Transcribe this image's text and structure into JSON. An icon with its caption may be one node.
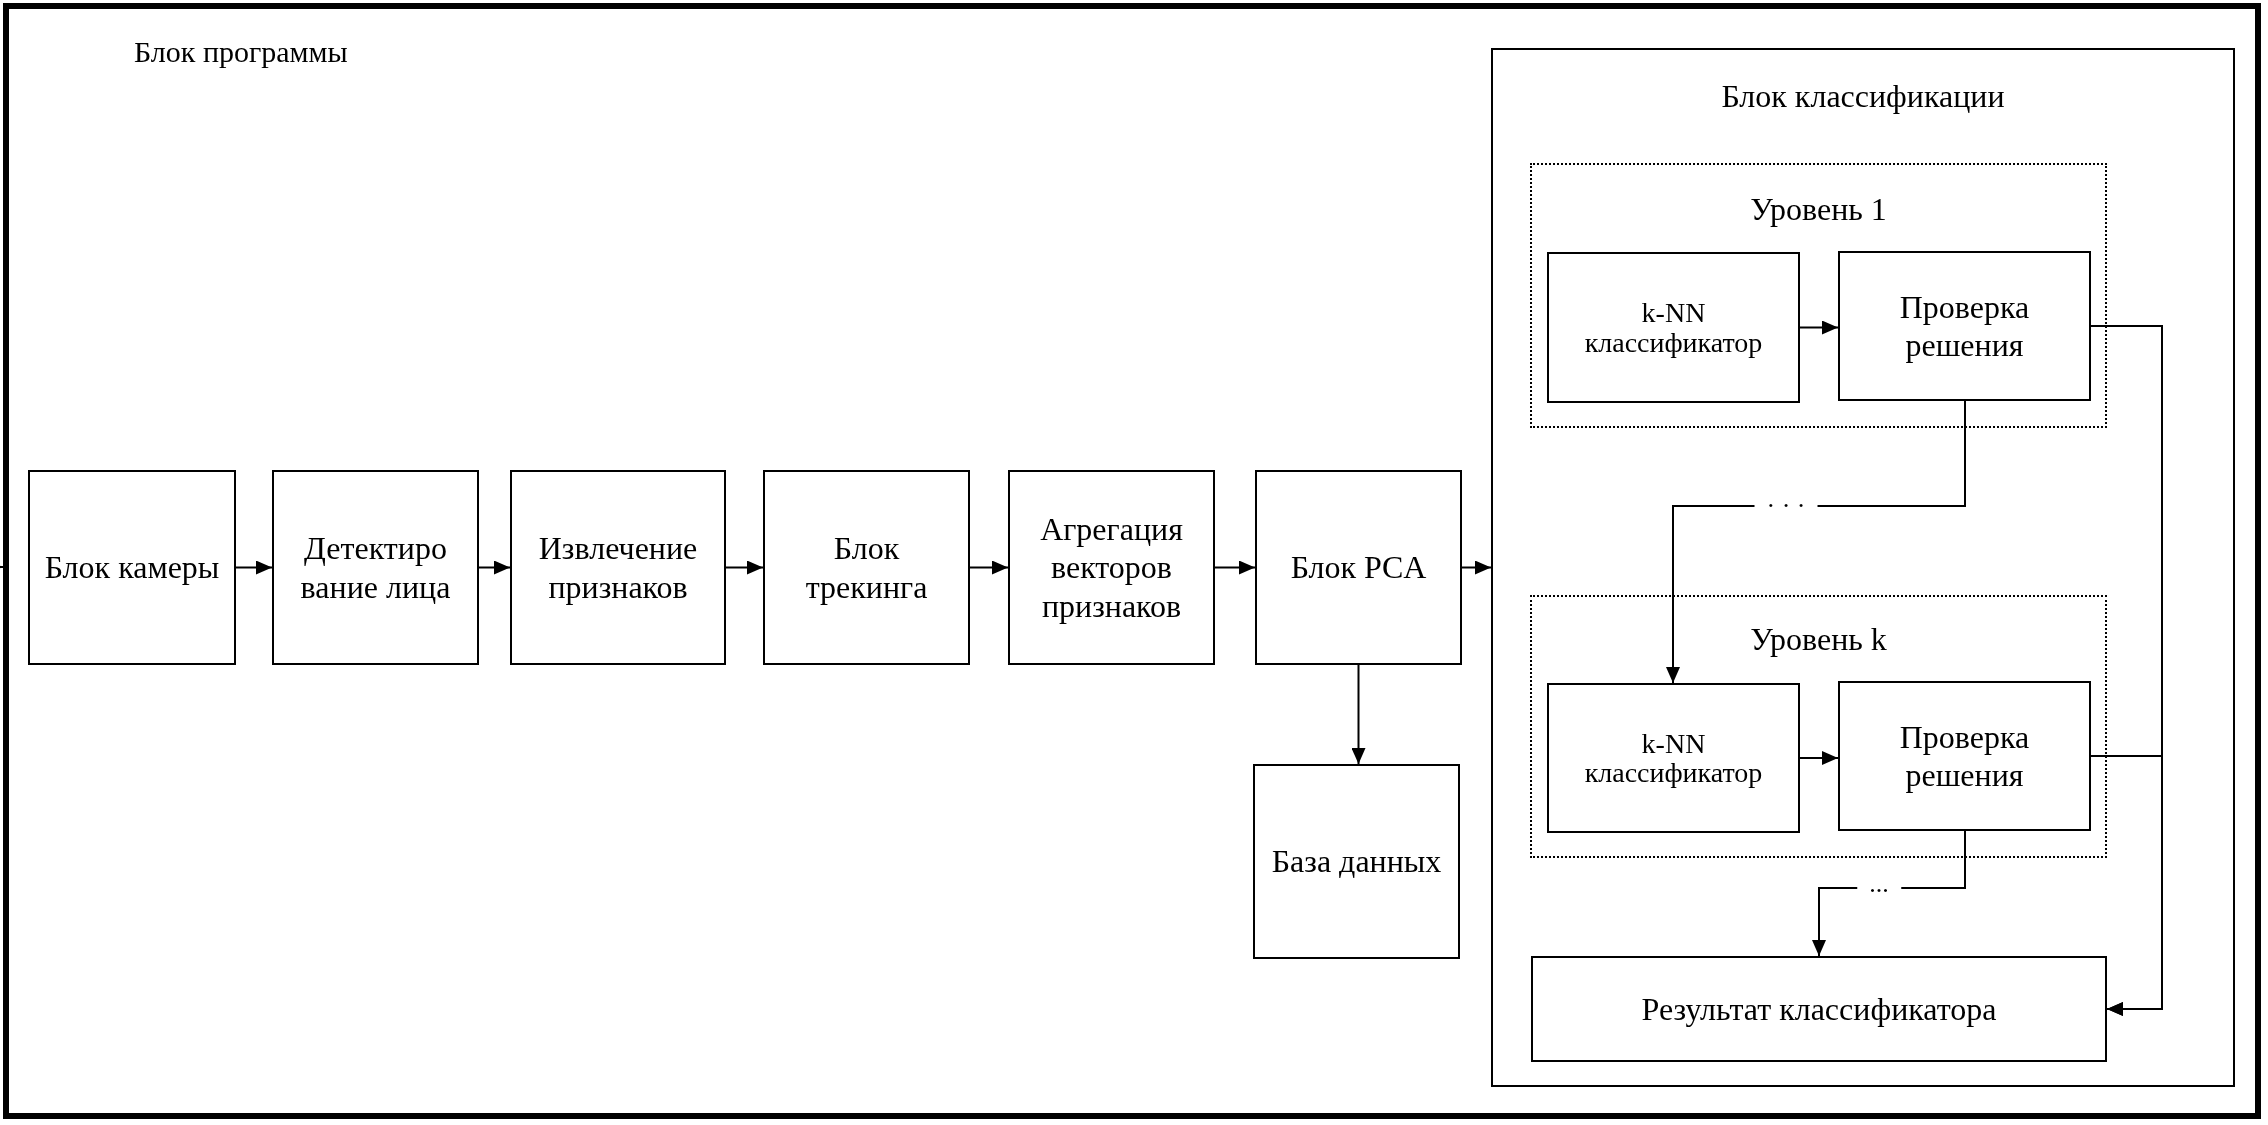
{
  "diagram": {
    "nodes": [
      {
        "text": [
          "Блок программы"
        ]
      },
      {
        "text": [
          "Блок камеры"
        ],
        "in": 0
      },
      {
        "text": [
          "Детектиро вание лица"
        ],
        "in": 0
      },
      {
        "text": [
          "Извлечение признаков"
        ],
        "in": 0
      },
      {
        "text": [
          "Блок трекинга"
        ],
        "in": 0
      },
      {
        "text": [
          "Агрегация векторов признаков"
        ],
        "in": 0
      },
      {
        "text": [
          "Блок PCA"
        ],
        "in": 0
      },
      {
        "text": [
          "База данных"
        ],
        "in": 0
      },
      {
        "text": [
          "Блок классификации"
        ],
        "in": 0
      },
      {
        "text": [
          "Уровень 1"
        ],
        "in": 8
      },
      {
        "text": [
          "k-NN классификатор"
        ],
        "in": 9
      },
      {
        "text": [
          "Проверка решения"
        ],
        "in": 9
      },
      {
        "text": [
          "Уровень k"
        ],
        "in": 8
      },
      {
        "text": [
          "k-NN классификатор"
        ],
        "in": 12
      },
      {
        "text": [
          "Проверка решения"
        ],
        "in": 12
      },
      {
        "text": [
          "Результат классификатора"
        ],
        "in": 8
      }
    ],
    "edges": [
      {
        "from": null,
        "to": 0,
        "arrow": "to"
      },
      {
        "from": 1,
        "to": 2,
        "arrow": "to"
      },
      {
        "from": 2,
        "to": 3,
        "arrow": "to"
      },
      {
        "from": 3,
        "to": 4,
        "arrow": "to"
      },
      {
        "from": 4,
        "to": 5,
        "arrow": "to"
      },
      {
        "from": 5,
        "to": 6,
        "arrow": "to"
      },
      {
        "from": 6,
        "to": 8,
        "arrow": "to"
      },
      {
        "from": 6,
        "to": 7,
        "arrow": "to"
      },
      {
        "from": 10,
        "to": 11,
        "arrow": "to"
      },
      {
        "from": 11,
        "to": 13,
        "label": "· · ·",
        "arrow": "to"
      },
      {
        "from": 13,
        "to": 14,
        "arrow": "to"
      },
      {
        "from": 14,
        "to": 15,
        "label": "...",
        "arrow": "to"
      },
      {
        "from": 11,
        "to": 15,
        "arrow": "to"
      },
      {
        "from": 14,
        "to": 15,
        "arrow": "to"
      }
    ]
  }
}
